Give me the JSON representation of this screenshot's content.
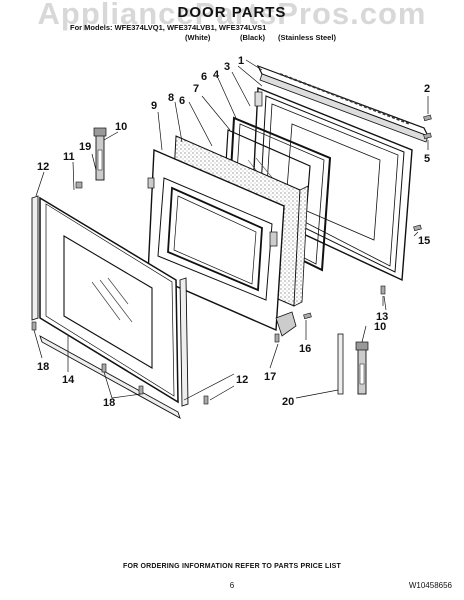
{
  "watermark": "AppliancePartsPros.com",
  "title": "DOOR PARTS",
  "models_line": "For Models: WFE374LVQ1, WFE374LVB1, WFE374LVS1",
  "finishes": [
    "(White)",
    "(Black)",
    "(Stainless Steel)"
  ],
  "callouts": {
    "c1": "1",
    "c2": "2",
    "c3": "3",
    "c4": "4",
    "c5": "5",
    "c6a": "6",
    "c6b": "6",
    "c7": "7",
    "c8": "8",
    "c9": "9",
    "c10a": "10",
    "c10b": "10",
    "c11": "11",
    "c12a": "12",
    "c12b": "12",
    "c13": "13",
    "c14": "14",
    "c15": "15",
    "c16": "16",
    "c17": "17",
    "c18a": "18",
    "c18b": "18",
    "c19": "19",
    "c20": "20"
  },
  "footer": "FOR ORDERING INFORMATION REFER TO PARTS PRICE LIST",
  "page_number": "6",
  "document_number": "W10458656"
}
